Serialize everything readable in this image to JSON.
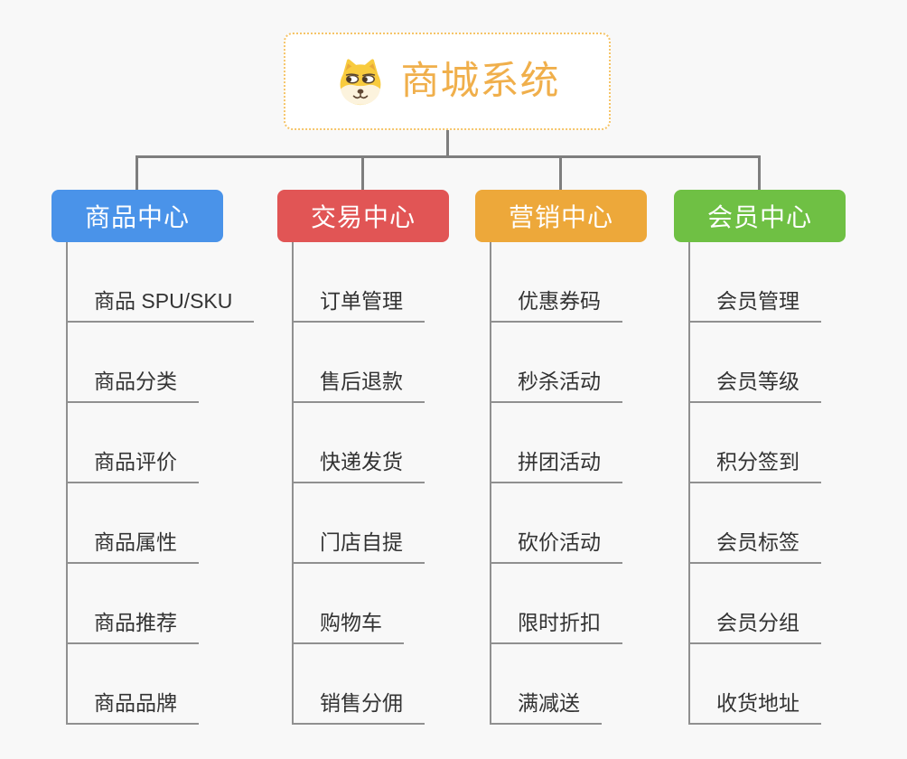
{
  "root": {
    "title": "商城系统",
    "icon": "shiba-dog-icon"
  },
  "branches": [
    {
      "label": "商品中心",
      "color": "#4A93E9",
      "children": [
        "商品 SPU/SKU",
        "商品分类",
        "商品评价",
        "商品属性",
        "商品推荐",
        "商品品牌"
      ]
    },
    {
      "label": "交易中心",
      "color": "#E15555",
      "children": [
        "订单管理",
        "售后退款",
        "快递发货",
        "门店自提",
        "购物车",
        "销售分佣"
      ]
    },
    {
      "label": "营销中心",
      "color": "#EDA83A",
      "children": [
        "优惠券码",
        "秒杀活动",
        "拼团活动",
        "砍价活动",
        "限时折扣",
        "满减送"
      ]
    },
    {
      "label": "会员中心",
      "color": "#6FC044",
      "children": [
        "会员管理",
        "会员等级",
        "积分签到",
        "会员标签",
        "会员分组",
        "收货地址"
      ]
    }
  ],
  "colors": {
    "background": "#F8F8F8",
    "connector": "#7E7E7E",
    "underline": "#909090",
    "child_text": "#333333",
    "root_text": "#F0AF4B",
    "root_border": "#F5C468",
    "node_text": "#FFFFFF"
  }
}
